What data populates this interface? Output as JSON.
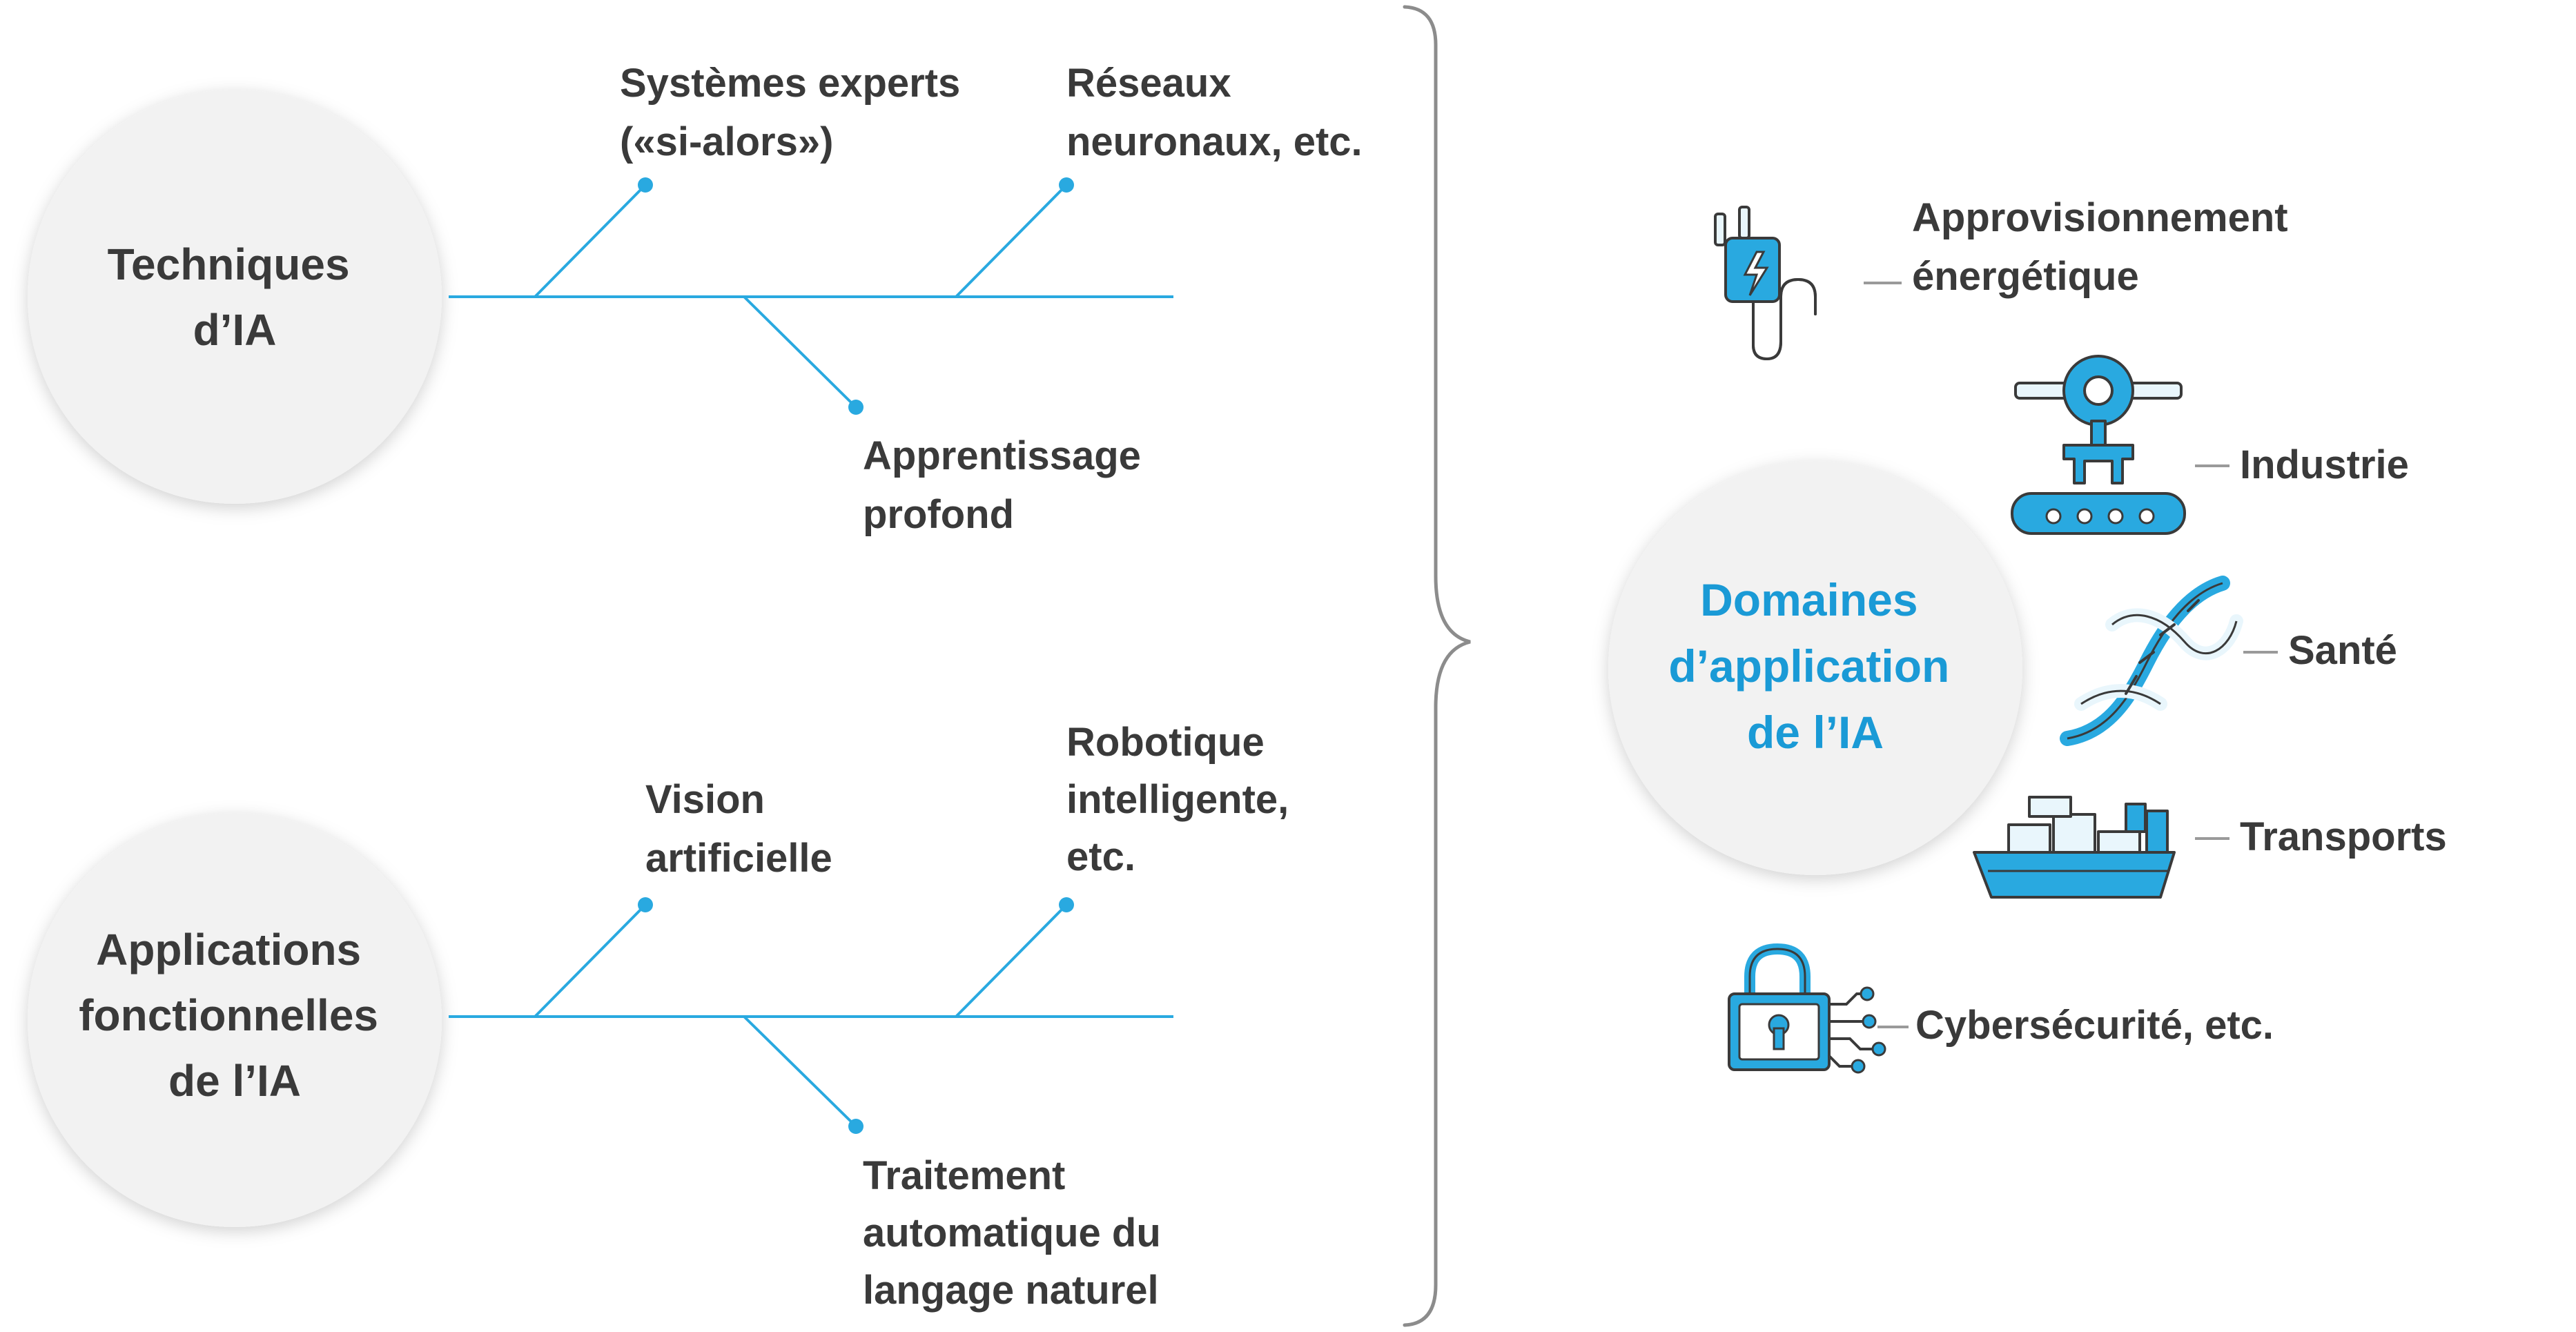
{
  "techniques": {
    "title_lines": [
      "Techniques",
      "d’IA"
    ],
    "branches": [
      {
        "lines": [
          "Systèmes experts",
          "(«si-alors»)"
        ]
      },
      {
        "lines": [
          "Réseaux",
          "neuronaux, etc."
        ]
      },
      {
        "lines": [
          "Apprentissage",
          "profond"
        ]
      }
    ]
  },
  "applications": {
    "title_lines": [
      "Applications",
      "fonctionnelles",
      "de l’IA"
    ],
    "branches": [
      {
        "lines": [
          "Vision",
          "artificielle"
        ]
      },
      {
        "lines": [
          "Robotique",
          "intelligente,",
          "etc."
        ]
      },
      {
        "lines": [
          "Traitement",
          "automatique du",
          "langage naturel"
        ]
      }
    ]
  },
  "domains": {
    "title_lines": [
      "Domaines",
      "d’application",
      "de l’IA"
    ],
    "accent_color": "#1a9ad6",
    "items": [
      {
        "icon": "power-plug-icon",
        "lines": [
          "Approvisionnement",
          "énergétique"
        ]
      },
      {
        "icon": "robot-arm-icon",
        "lines": [
          "Industrie"
        ]
      },
      {
        "icon": "dna-icon",
        "lines": [
          "Santé"
        ]
      },
      {
        "icon": "cargo-ship-icon",
        "lines": [
          "Transports"
        ]
      },
      {
        "icon": "padlock-circuit-icon",
        "lines": [
          "Cybersécurité, etc."
        ]
      }
    ]
  },
  "colors": {
    "branch": "#29a9e0",
    "text": "#3a3a3a",
    "circle_fill": "#f2f2f2"
  }
}
